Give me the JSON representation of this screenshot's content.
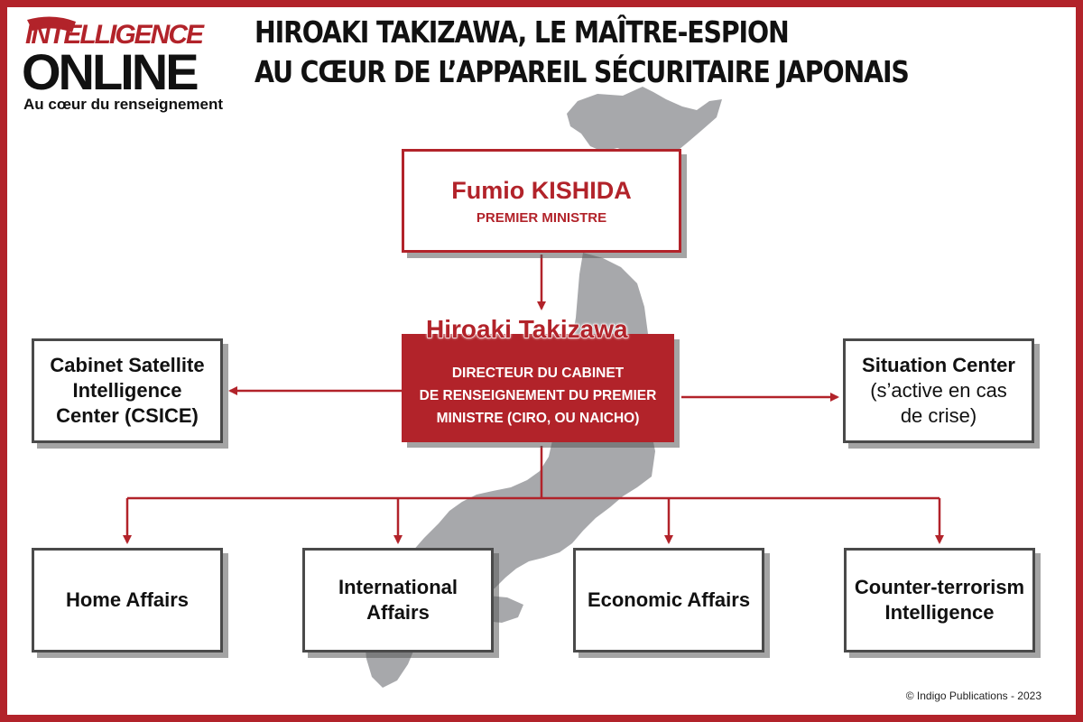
{
  "title": {
    "line1": "HIROAKI TAKIZAWA, LE MAÎTRE-ESPION",
    "line2": "AU CŒUR DE L’APPAREIL SÉCURITAIRE JAPONAIS"
  },
  "logo": {
    "line1": "INTELLIGENCE",
    "line2": "ONLINE",
    "tagline": "Au cœur du renseignement"
  },
  "prime_minister": {
    "name": "Fumio KISHIDA",
    "role": "PREMIER MINISTRE"
  },
  "director": {
    "name": "Hiroaki Takizawa",
    "lines": [
      "DIRECTEUR DU CABINET",
      "DE RENSEIGNEMENT DU PREMIER",
      "MINISTRE (CIRO, OU NAICHO)"
    ]
  },
  "left_box": {
    "lines": [
      "Cabinet Satellite",
      "Intelligence",
      "Center (CSICE)"
    ]
  },
  "right_box": {
    "title": "Situation Center",
    "lines": [
      "(s’active en cas",
      "de crise)"
    ]
  },
  "departments": [
    {
      "lines": [
        "Home Affairs"
      ]
    },
    {
      "lines": [
        "International",
        "Affairs"
      ]
    },
    {
      "lines": [
        "Economic Affairs"
      ]
    },
    {
      "lines": [
        "Counter-terrorism",
        "Intelligence"
      ]
    }
  ],
  "copyright": "© Indigo Publications - 2023",
  "colors": {
    "accent": "#b2232a",
    "map": "#a7a8ab",
    "box_border": "#4a4a4a",
    "text": "#111111"
  }
}
